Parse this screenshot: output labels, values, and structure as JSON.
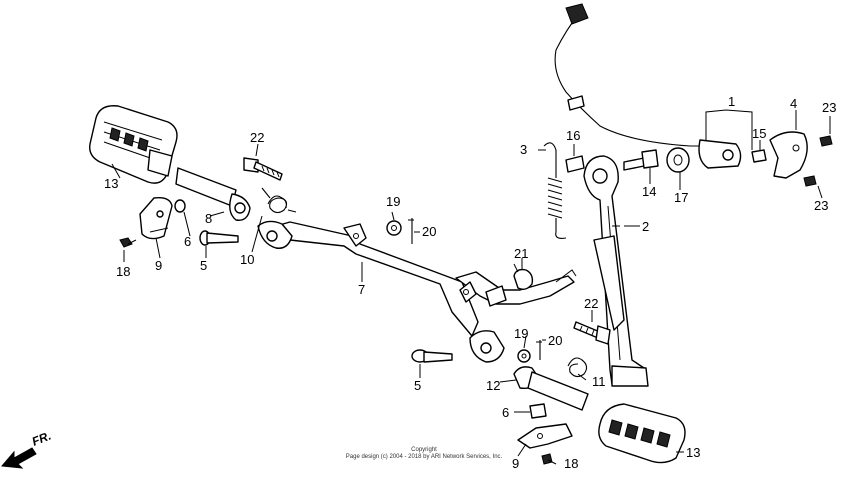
{
  "callouts": {
    "p1": "1",
    "p2": "2",
    "p3": "3",
    "p4": "4",
    "p5a": "5",
    "p5b": "5",
    "p6a": "6",
    "p6b": "6",
    "p7": "7",
    "p8": "8",
    "p9a": "9",
    "p9b": "9",
    "p10": "10",
    "p11": "11",
    "p12": "12",
    "p13a": "13",
    "p13b": "13",
    "p14": "14",
    "p15": "15",
    "p16": "16",
    "p17": "17",
    "p18a": "18",
    "p18b": "18",
    "p19a": "19",
    "p19b": "19",
    "p20a": "20",
    "p20b": "20",
    "p21": "21",
    "p22a": "22",
    "p22b": "22",
    "p23a": "23",
    "p23b": "23"
  },
  "direction_label": "FR.",
  "copyright": {
    "line1": "Copyright",
    "line2": "Page design (c) 2004 - 2018 by ARI Network Services, Inc."
  }
}
